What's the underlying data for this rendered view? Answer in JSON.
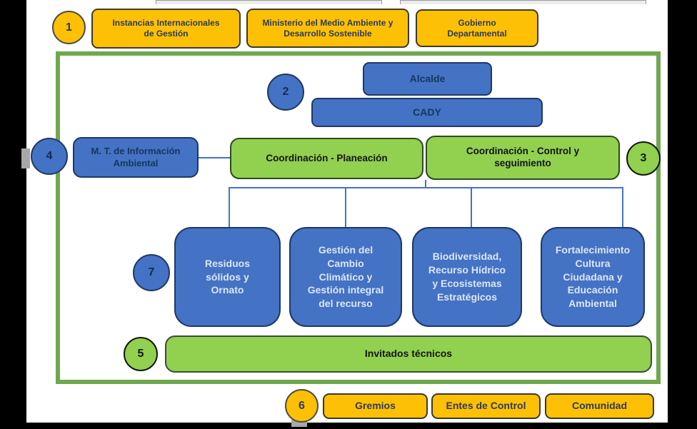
{
  "diagram": {
    "markers": {
      "m1": "1",
      "m2": "2",
      "m3": "3",
      "m4": "4",
      "m5": "5",
      "m6": "6",
      "m7": "7"
    },
    "top_row": [
      {
        "label": "Instancias Internacionales\nde Gestión"
      },
      {
        "label": "Ministerio del Medio Ambiente y\nDesarrollo Sostenible"
      },
      {
        "label": "Gobierno\nDepartamental"
      }
    ],
    "org": {
      "alcalde": "Alcalde",
      "cady": "CADY",
      "mt_info": "M. T. de Información\nAmbiental",
      "coord_planeacion": "Coordinación - Planeación",
      "coord_control": "Coordinación - Control y\nseguimiento",
      "programs": [
        "Residuos\nsólidos y\nOrnato",
        "Gestión del\nCambio\nClimático y\nGestión integral\ndel recurso",
        "Biodiversidad,\nRecurso Hídrico\ny Ecosistemas\nEstratégicos",
        "Fortalecimiento\nCultura\nCiudadana y\nEducación\nAmbiental"
      ],
      "invitados": "Invitados técnicos"
    },
    "bottom_row": [
      {
        "label": "Gremios"
      },
      {
        "label": "Entes de Control"
      },
      {
        "label": "Comunidad"
      }
    ],
    "colors": {
      "yellow": "#fec005",
      "blue": "#4472c4",
      "blue_border": "#1f3864",
      "green": "#92d050",
      "frame_green": "#6fa84f",
      "connector_blue": "#4472c4",
      "letterbox": "#000000"
    }
  }
}
